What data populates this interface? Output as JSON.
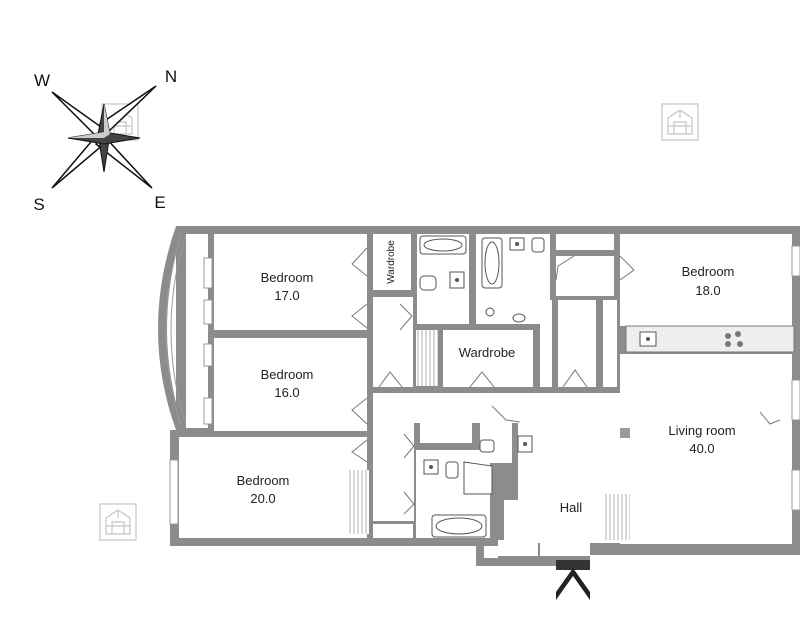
{
  "compass": {
    "north": "N",
    "south": "S",
    "east": "E",
    "west": "W"
  },
  "rooms": {
    "bedroom_a": {
      "name": "Bedroom",
      "area": "17.0"
    },
    "bedroom_b": {
      "name": "Bedroom",
      "area": "16.0"
    },
    "bedroom_c": {
      "name": "Bedroom",
      "area": "20.0"
    },
    "bedroom_d": {
      "name": "Bedroom",
      "area": "18.0"
    },
    "living": {
      "name": "Living room",
      "area": "40.0"
    },
    "hall": {
      "name": "Hall"
    },
    "wardrobe_small": {
      "name": "Wardrobe"
    },
    "wardrobe_large": {
      "name": "Wardrobe"
    }
  },
  "colors": {
    "walls": "#8c8c8c",
    "floor": "#ffffff",
    "entrance_arrow": "#222222",
    "watermark": "#cccccc"
  },
  "icons": [
    "compass-rose-icon",
    "entrance-arrow-icon",
    "watermark-logo-icon",
    "bathtub-icon",
    "toilet-icon",
    "sink-icon",
    "stove-icon"
  ]
}
